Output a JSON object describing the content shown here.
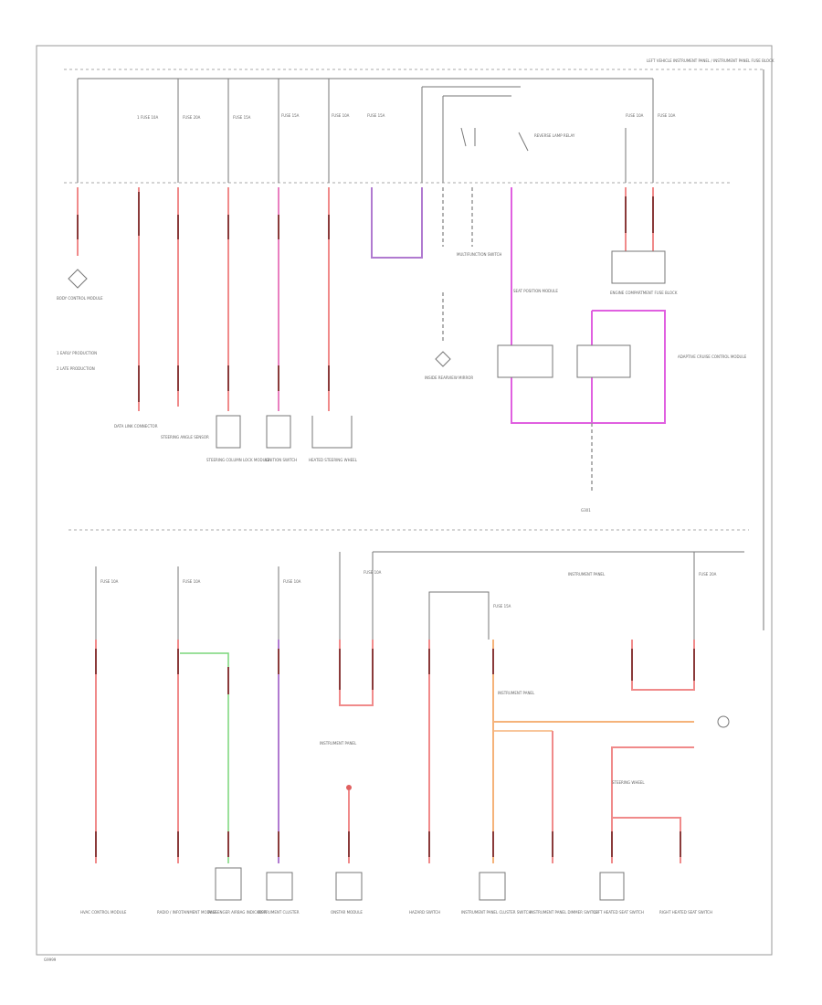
{
  "colors": {
    "wire_red": "#f08a8a",
    "wire_pink": "#e97fc0",
    "wire_purple": "#b07ad0",
    "wire_magenta": "#e060e0",
    "wire_green": "#7ad67a",
    "wire_orange": "#f5b37a",
    "frame": "#9a9a9a"
  },
  "header": {
    "top_right_note": "LEFT VEHICLE INSTRUMENT PANEL / INSTRUMENT PANEL FUSE BLOCK"
  },
  "fuses_top": [
    {
      "label": "1 FUSE 10A"
    },
    {
      "label": "FUSE 20A"
    },
    {
      "label": "FUSE 15A"
    },
    {
      "label": "FUSE 15A"
    },
    {
      "label": "FUSE 10A"
    },
    {
      "label": "FUSE 15A"
    },
    {
      "label": "FUSE 10A"
    },
    {
      "label": "FUSE 10A"
    }
  ],
  "legend": {
    "item1": "1  EARLY PRODUCTION",
    "item2": "2  LATE PRODUCTION"
  },
  "components_top": [
    {
      "label": "BODY CONTROL MODULE"
    },
    {
      "label": "DATA LINK CONNECTOR"
    },
    {
      "label": "STEERING ANGLE SENSOR"
    },
    {
      "label": "STEERING COLUMN LOCK MODULE"
    },
    {
      "label": "IGNITION SWITCH"
    },
    {
      "label": "HEATED STEERING WHEEL"
    },
    {
      "label": "INSIDE REARVIEW MIRROR"
    },
    {
      "label": "MULTIFUNCTION SWITCH"
    },
    {
      "label": "ENGINE COMPARTMENT FUSE BLOCK"
    },
    {
      "label": "SEAT POSITION MODULE"
    },
    {
      "label": "ADAPTIVE CRUISE CONTROL MODULE"
    }
  ],
  "fuses_bottom": [
    {
      "label": "FUSE 10A"
    },
    {
      "label": "FUSE 10A"
    },
    {
      "label": "FUSE 10A"
    },
    {
      "label": "FUSE 10A"
    },
    {
      "label": "FUSE 15A"
    },
    {
      "label": "FUSE 20A"
    }
  ],
  "components_bottom": [
    {
      "label": "HVAC CONTROL MODULE"
    },
    {
      "label": "RADIO / INFOTAINMENT MODULE"
    },
    {
      "label": "PASSENGER AIRBAG INDICATOR"
    },
    {
      "label": "INSTRUMENT CLUSTER"
    },
    {
      "label": "ONSTAR MODULE"
    },
    {
      "label": "HAZARD SWITCH"
    },
    {
      "label": "INSTRUMENT PANEL CLUSTER SWITCH"
    },
    {
      "label": "INSTRUMENT PANEL DIMMER SWITCH"
    },
    {
      "label": "LEFT HEATED SEAT SWITCH"
    },
    {
      "label": "RIGHT HEATED SEAT SWITCH"
    }
  ],
  "page_tag": "G9999"
}
